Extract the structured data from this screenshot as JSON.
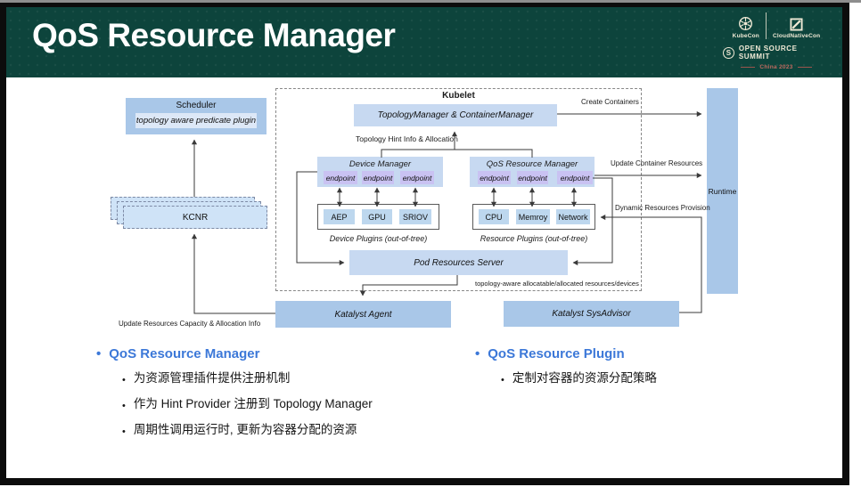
{
  "header": {
    "title": "QoS Resource Manager",
    "logos": {
      "kubecon": "KubeCon",
      "cloudnativecon": "CloudNativeCon",
      "summit": "OPEN SOURCE SUMMIT",
      "summit_initial": "S",
      "event": "China 2023"
    }
  },
  "diagram": {
    "scheduler": {
      "title": "Scheduler",
      "plugin": "topology aware predicate plugin"
    },
    "kcnr": "KCNR",
    "kubelet": {
      "label": "Kubelet",
      "topology_manager": "TopologyManager & ContainerManager",
      "device_manager": {
        "title": "Device Manager",
        "endpoints": [
          "endpoint",
          "endpoint",
          "endpoint"
        ]
      },
      "qos_resource_manager": {
        "title": "QoS Resource Manager",
        "endpoints": [
          "endpoint",
          "endpoint",
          "endpoint"
        ]
      },
      "device_plugins": {
        "items": [
          "AEP",
          "GPU",
          "SRIOV"
        ],
        "caption": "Device Plugins (out-of-tree)"
      },
      "resource_plugins": {
        "items": [
          "CPU",
          "Memroy",
          "Network"
        ],
        "caption": "Resource Plugins (out-of-tree)"
      },
      "pod_resources_server": "Pod Resources Server"
    },
    "runtime": "Runtime",
    "katalyst_agent": "Katalyst Agent",
    "katalyst_sysadvisor": "Katalyst SysAdvisor",
    "labels": {
      "topology_hint": "Topology Hint Info & Allocation",
      "create_containers": "Create Containers",
      "update_container_resources": "Update Container Resources",
      "dynamic_resources_provision": "Dynamic Resources Provision",
      "topology_aware": "topology-aware allocatable/allocated resources/devices",
      "update_resources_info": "Update Resources Capacity & Allocation Info"
    }
  },
  "bullets": {
    "left": {
      "title": "QoS Resource Manager",
      "items": [
        "为资源管理插件提供注册机制",
        "作为 Hint Provider 注册到 Topology Manager",
        "周期性调用运行时, 更新为容器分配的资源"
      ]
    },
    "right": {
      "title": "QoS Resource Plugin",
      "items": [
        "定制对容器的资源分配策略"
      ]
    }
  },
  "colors": {
    "header_bg": "#0d443c",
    "logo_cream": "#efe9d5",
    "event_red": "#c06a60",
    "accent_blue": "#3c78d8",
    "box_blue": "#a9c7e8",
    "box_light_blue": "#c7d9f1",
    "endpoint_lavender": "#c9c2f2",
    "plugin_blue": "#bdd7ee",
    "kcnr_fill": "#cfe3f7"
  }
}
